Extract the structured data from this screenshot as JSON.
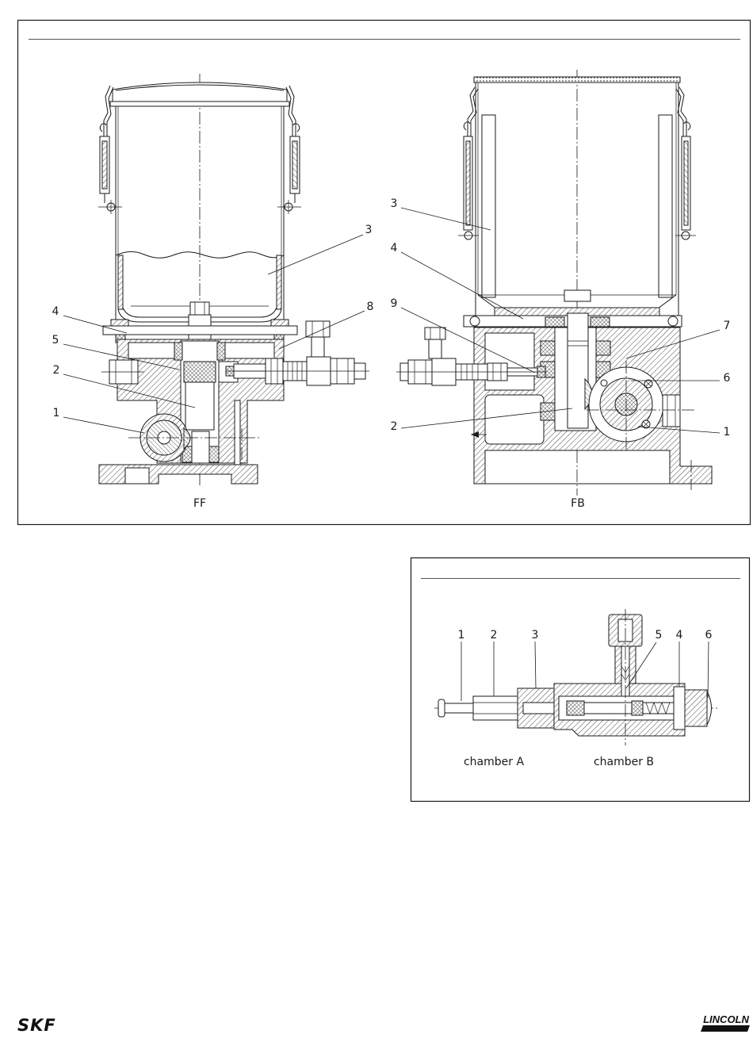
{
  "document": {
    "main_figure": {
      "left_pump": {
        "caption": "FF",
        "callouts": [
          "3",
          "4",
          "8",
          "5",
          "2",
          "1"
        ]
      },
      "right_pump": {
        "caption": "FB",
        "callouts": [
          "3",
          "4",
          "9",
          "7",
          "6",
          "2",
          "1"
        ]
      }
    },
    "inset_figure": {
      "callouts": [
        "1",
        "2",
        "3",
        "5",
        "4",
        "6"
      ],
      "chamber_labels": [
        "chamber A",
        "chamber B"
      ]
    }
  },
  "footer": {
    "left_logo": "SKF",
    "right_logo": "LINCOLN"
  },
  "colors": {
    "line": "#1a1a1a",
    "paper": "#ffffff"
  }
}
